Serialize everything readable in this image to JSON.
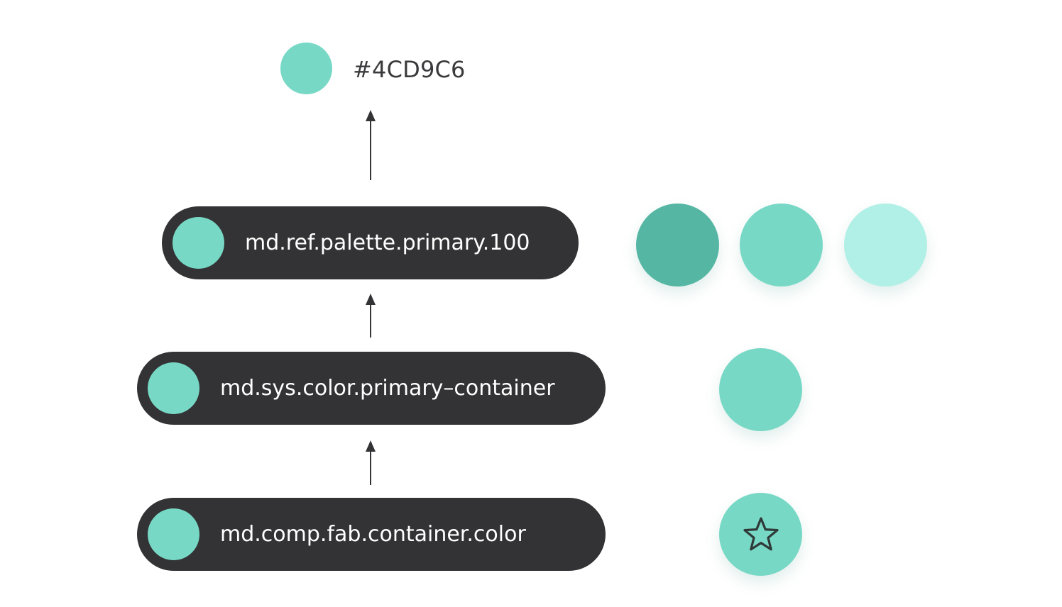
{
  "reference_value": {
    "hex": "#4CD9C6",
    "swatch_color": "#78D8C6"
  },
  "tokens": [
    {
      "id": "ref",
      "label": "md.ref.palette.primary.100",
      "dot_color": "#78D8C6"
    },
    {
      "id": "sys",
      "label": "md.sys.color.primary–container",
      "dot_color": "#78D8C6"
    },
    {
      "id": "comp",
      "label": "md.comp.fab.container.color",
      "dot_color": "#78D8C6"
    }
  ],
  "palette_tones": [
    "#56B6A4",
    "#78D8C6",
    "#B1F0E7"
  ],
  "system_swatch_color": "#78D8C6",
  "fab": {
    "color": "#78D8C6",
    "icon": "star-outline-icon"
  },
  "colors": {
    "pill_background": "#333335",
    "pill_text": "#FFFFFF",
    "arrow": "#333335",
    "hex_text": "#3A3A3C"
  }
}
